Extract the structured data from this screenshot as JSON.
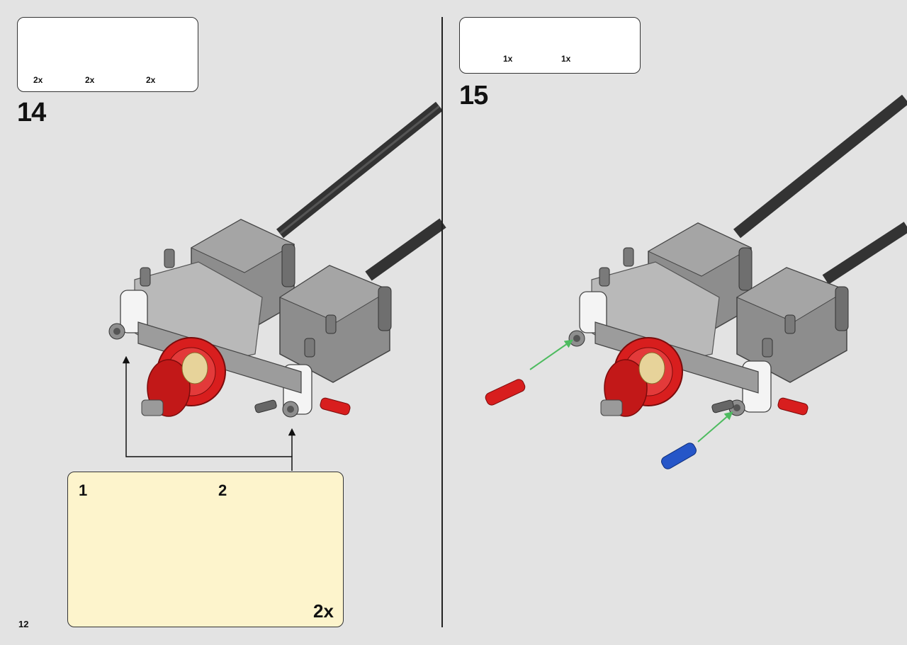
{
  "page_number": "12",
  "colors": {
    "background": "#e3e3e3",
    "subassembly_bg": "#fdf4cc",
    "motor_gray": "#8a8a8a",
    "dark_gray": "#5a5a5a",
    "light_gray": "#b5b5b5",
    "gear_red": "#d81e1e",
    "pin_blue": "#2656c8",
    "arrow_green": "#4dbb5f",
    "arrow_red": "#e23b3b",
    "cable": "#3a3a3a"
  },
  "step14": {
    "number": "14",
    "parts": [
      {
        "icon": "white-beam-3-icon",
        "qty": "2x"
      },
      {
        "icon": "gray-connector-icon",
        "qty": "2x"
      },
      {
        "icon": "gray-axle-pin-icon",
        "qty": "2x"
      }
    ],
    "subassembly": {
      "step1": "1",
      "step2": "2",
      "multiplier": "2x"
    }
  },
  "step15": {
    "number": "15",
    "parts": [
      {
        "icon": "blue-pin-icon",
        "qty": "1x"
      },
      {
        "icon": "red-pin-icon",
        "qty": "1x"
      }
    ]
  }
}
